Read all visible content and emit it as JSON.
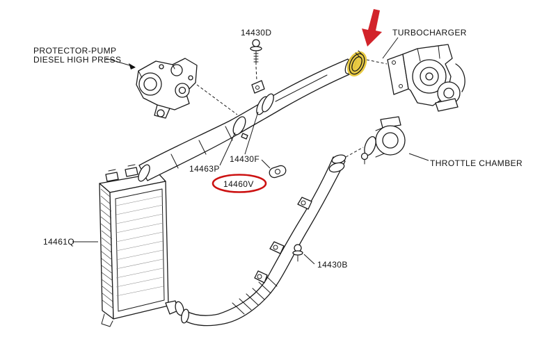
{
  "labels": {
    "protector_pump_line1": "PROTECTOR-PUMP",
    "protector_pump_line2": "DIESEL HIGH PRESS",
    "part_14430d": "14430D",
    "turbocharger": "TURBOCHARGER",
    "throttle_chamber": "THROTTLE CHAMBER",
    "part_14463p": "14463P",
    "part_14430f": "14430F",
    "part_14460v": "14460V",
    "part_14461q": "14461Q",
    "part_14430b": "14430B"
  },
  "highlight": {
    "selected_part": "14460V",
    "arrow_color": "#d2232a",
    "callout_ring_color": "#cc1111",
    "clamp_highlight_color": "#e8c83a"
  },
  "canvas": {
    "background": "#ffffff",
    "line_color": "#1a1a1a"
  }
}
